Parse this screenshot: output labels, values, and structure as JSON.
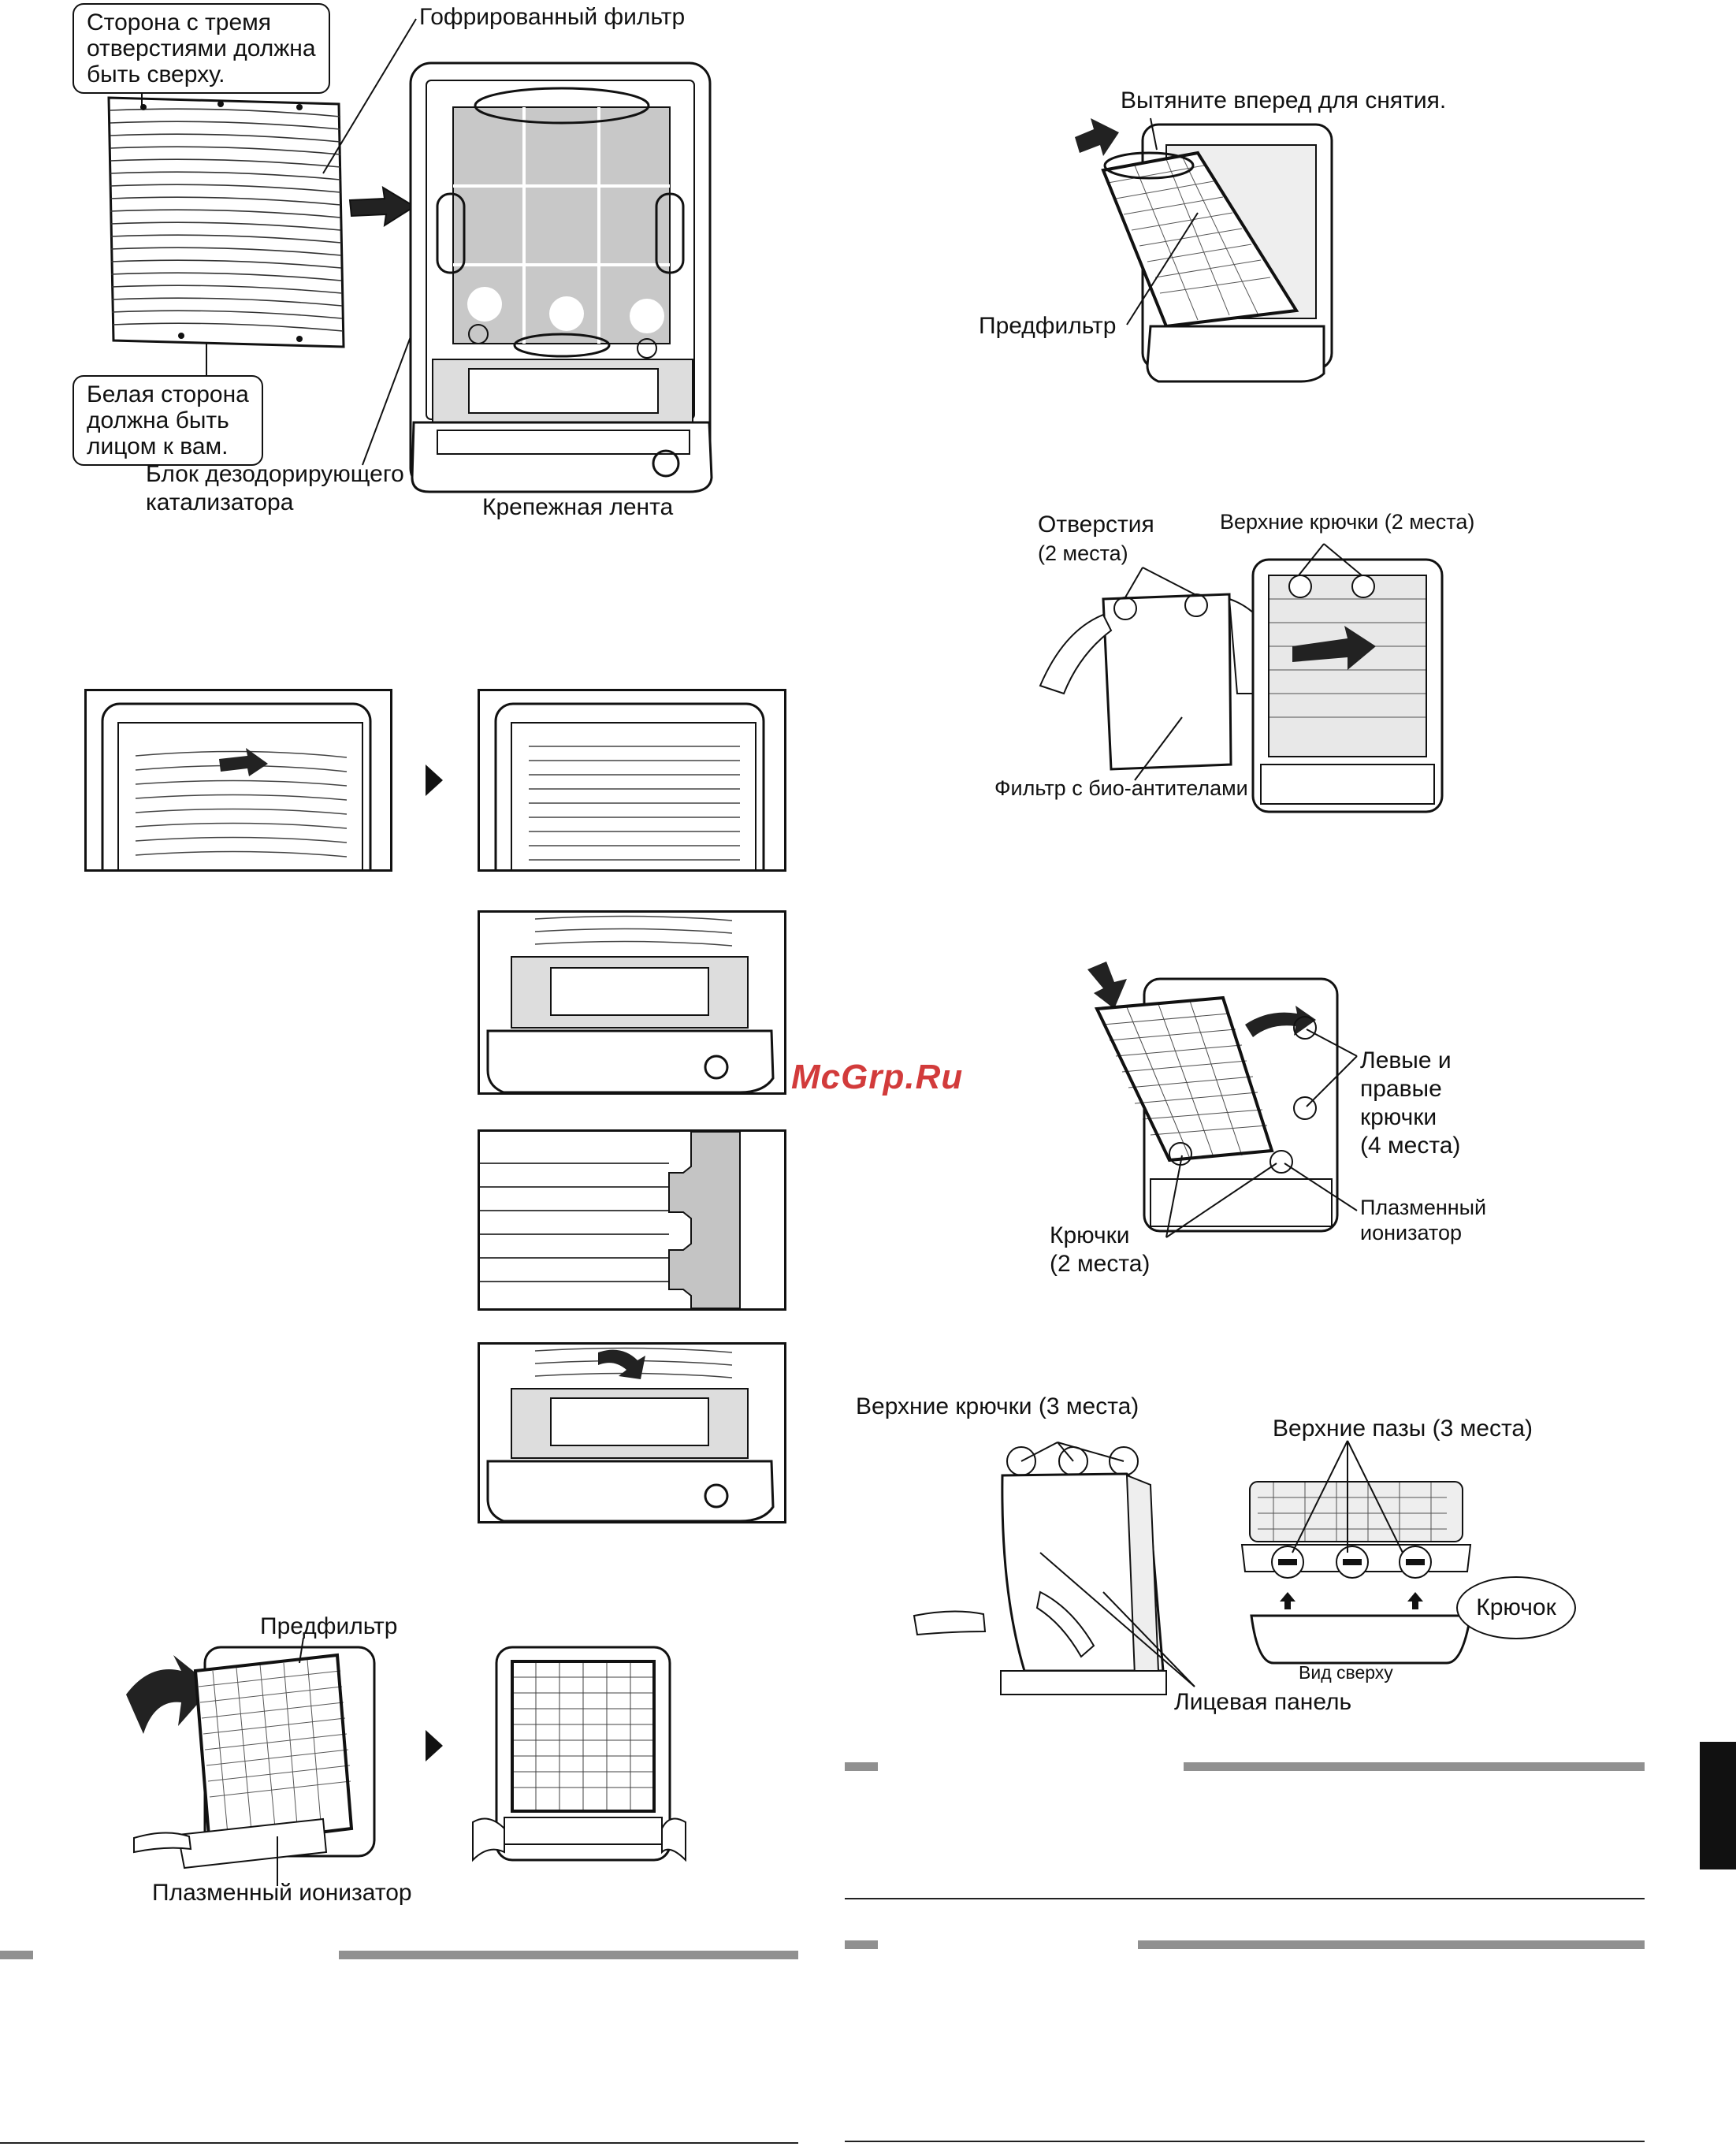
{
  "watermark": "McGrp.Ru",
  "fig_top_left": {
    "callout_top": [
      "Сторона с тремя",
      "отверстиями должна",
      "быть сверху."
    ],
    "label_pleated": "Гофрированный фильтр",
    "callout_bottom": [
      "Белая сторона",
      "должна быть",
      "лицом к вам."
    ],
    "label_deodorizer": [
      "Блок дезодорирующего",
      "катализатора"
    ],
    "label_strap": "Крепежная лента"
  },
  "fig_prefilter_pull": {
    "label_pull": "Вытяните вперед для снятия.",
    "label_prefilter": "Предфильтр"
  },
  "fig_bio_filter": {
    "label_holes": [
      "Отверстия",
      "(2 места)"
    ],
    "label_top_hooks": "Верхние крючки (2 места)",
    "label_filter": "Фильтр с био-антителами"
  },
  "fig_prefilter_install": {
    "label_side_hooks": [
      "Левые и",
      "правые",
      "крючки",
      "(4 места)"
    ],
    "label_hooks": [
      "Крючки",
      "(2 места)"
    ],
    "label_ionizer": [
      "Плазменный",
      "ионизатор"
    ]
  },
  "fig_front_panel": {
    "label_top_hooks": "Верхние крючки (3 места)",
    "label_top_slots": "Верхние пазы (3 места)",
    "label_hook": "Крючок",
    "label_top_view": "Вид сверху",
    "label_panel": "Лицевая панель"
  },
  "fig_bottom_left": {
    "label_prefilter": "Предфильтр",
    "label_ionizer": "Плазменный ионизатор"
  }
}
